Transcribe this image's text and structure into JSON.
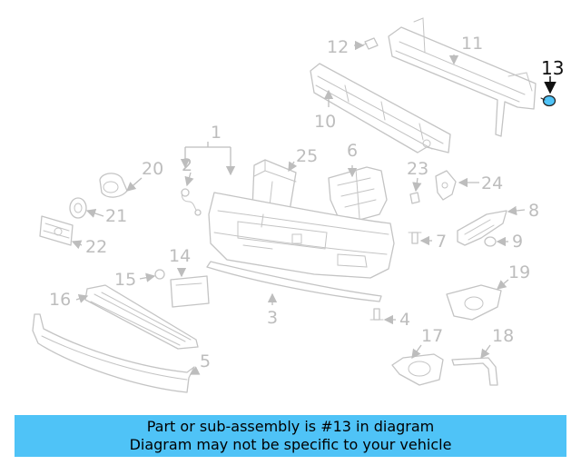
{
  "diagram": {
    "highlighted_part": "13",
    "callouts": {
      "c1": "1",
      "c2": "2",
      "c3": "3",
      "c4": "4",
      "c5": "5",
      "c6": "6",
      "c7": "7",
      "c8": "8",
      "c9": "9",
      "c10": "10",
      "c11": "11",
      "c12": "12",
      "c13": "13",
      "c14": "14",
      "c15": "15",
      "c16": "16",
      "c17": "17",
      "c18": "18",
      "c19": "19",
      "c20": "20",
      "c21": "21",
      "c22": "22",
      "c23": "23",
      "c24": "24",
      "c25": "25"
    },
    "colors": {
      "highlight": "#4fc3f7",
      "parts": "#c4c4c4",
      "callout_text": "#bdbdbd"
    }
  },
  "caption": {
    "line1": "Part or sub-assembly is #13 in diagram",
    "line2": "Diagram may not be specific to your vehicle"
  }
}
